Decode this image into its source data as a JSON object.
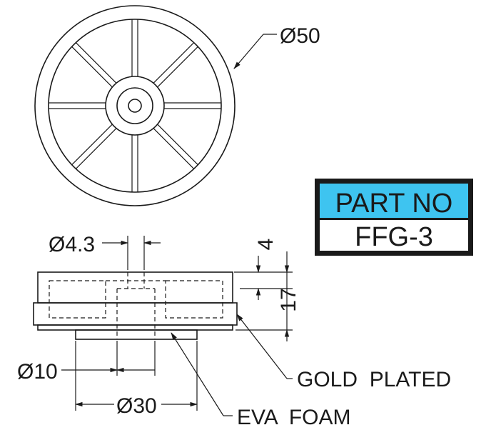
{
  "top_view": {
    "outer_diameter_label": "Ø50"
  },
  "part_box": {
    "header": "PART NO",
    "value": "FFG-3",
    "header_color": "#3ec4f0",
    "border_color": "#1a1a1a"
  },
  "side_view": {
    "hole_diameter_label": "Ø4.3",
    "top_thickness_label": "4",
    "height_label": "17",
    "boss_diameter_label": "Ø10",
    "foam_diameter_label": "Ø30",
    "plated_callout": "GOLD  PLATED",
    "foam_callout": "EVA  FOAM"
  }
}
